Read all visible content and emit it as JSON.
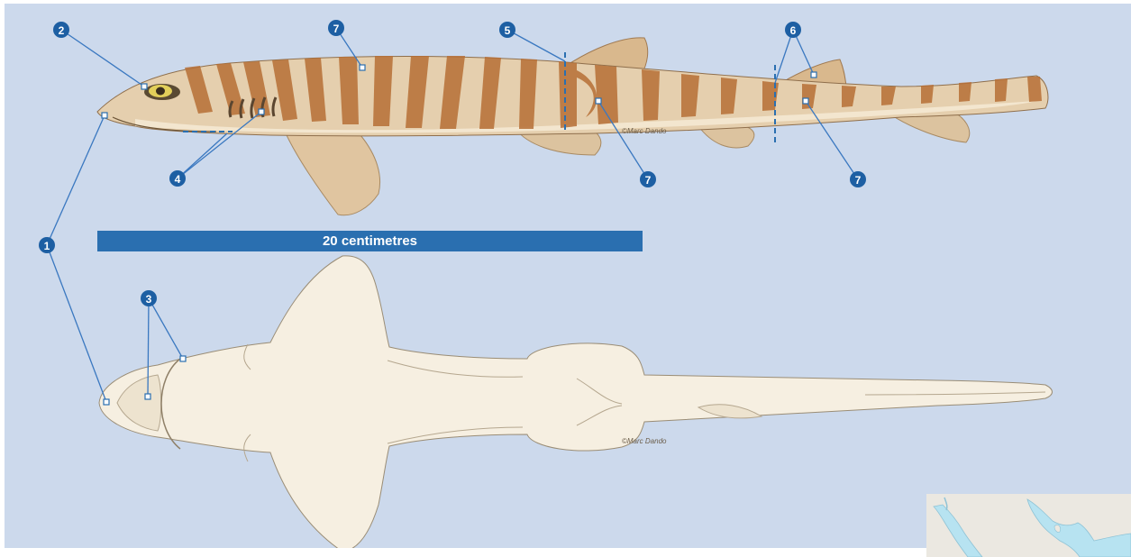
{
  "scale_bar": {
    "label": "20 centimetres"
  },
  "credits": {
    "lateral": "©Marc Dando",
    "ventral": "©Marc Dando"
  },
  "callouts": [
    {
      "number": "1"
    },
    {
      "number": "2"
    },
    {
      "number": "3"
    },
    {
      "number": "4"
    },
    {
      "number": "5"
    },
    {
      "number": "6"
    },
    {
      "number": "7"
    }
  ],
  "colors": {
    "background": "#ccd9ec",
    "callout_badge": "#1d5fa3",
    "pointer_line": "#3a78c0",
    "scale_bar": "#2a6fb0",
    "shark_body": "#e5cfae",
    "shark_stripes": "#b76f36",
    "ventral_body": "#f6efe1",
    "map_water": "#b7e3f1",
    "map_land": "#ebe8e1"
  }
}
